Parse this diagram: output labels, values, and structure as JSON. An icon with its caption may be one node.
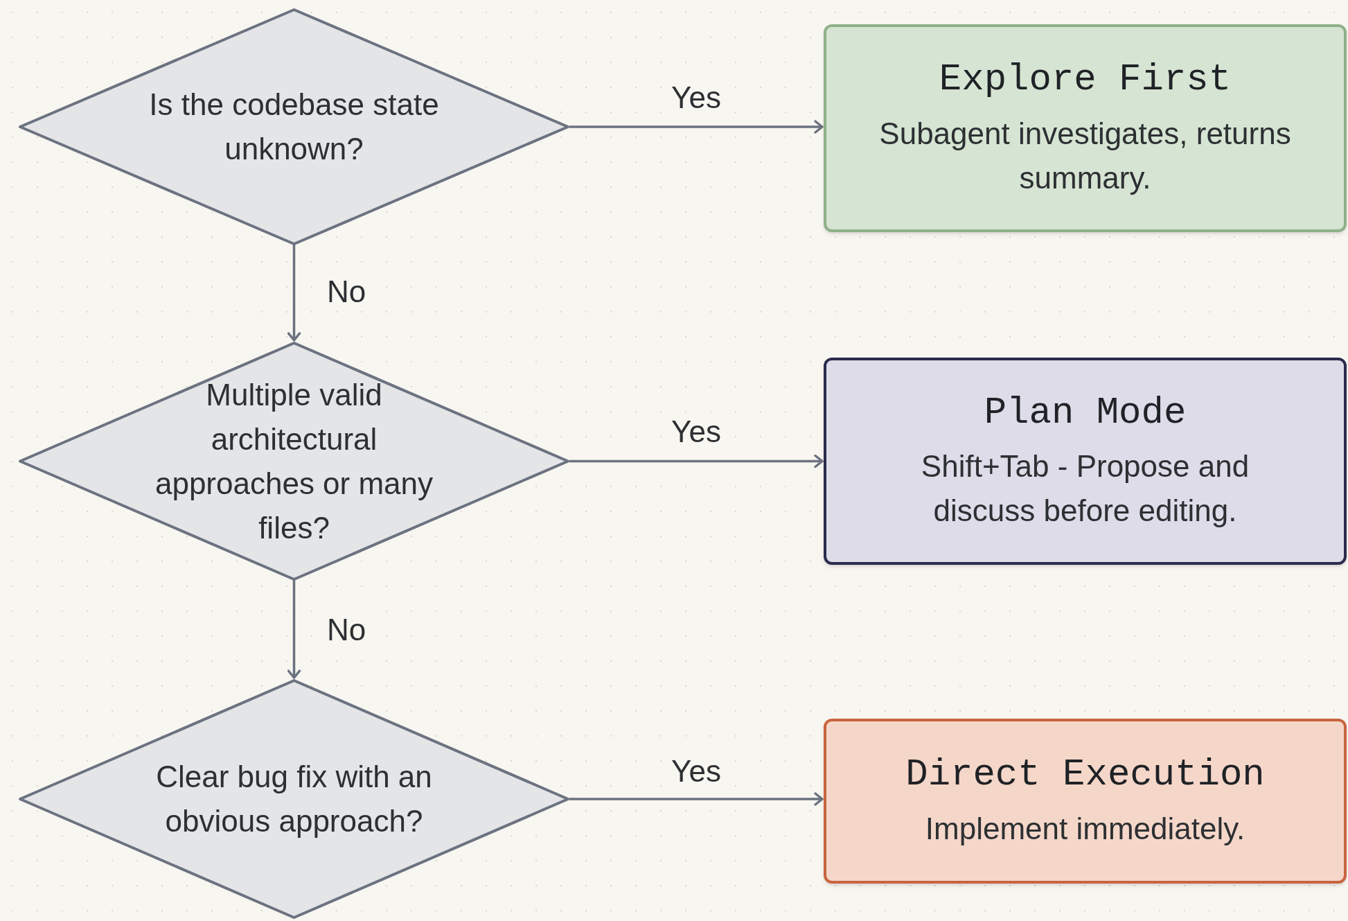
{
  "diagram": {
    "nodes": [
      {
        "text": [
          "Is the codebase state unknown?"
        ]
      },
      {
        "text": [
          "Explore First",
          "Subagent investigates, returns summary."
        ]
      },
      {
        "text": [
          "Multiple valid architectural approaches or many files?"
        ]
      },
      {
        "text": [
          "Plan Mode",
          "Shift+Tab - Propose and discuss before editing."
        ]
      },
      {
        "text": [
          "Clear bug fix with an obvious approach?"
        ]
      },
      {
        "text": [
          "Direct Execution",
          "Implement immediately."
        ]
      }
    ],
    "edges": [
      {
        "from": 0,
        "to": 1,
        "arrow": "to",
        "label": "Yes"
      },
      {
        "from": 0,
        "to": 2,
        "arrow": "to",
        "label": "No"
      },
      {
        "from": 2,
        "to": 3,
        "arrow": "to",
        "label": "Yes"
      },
      {
        "from": 2,
        "to": 4,
        "arrow": "to",
        "label": "No"
      },
      {
        "from": 4,
        "to": 5,
        "arrow": "to",
        "label": "Yes"
      }
    ]
  }
}
